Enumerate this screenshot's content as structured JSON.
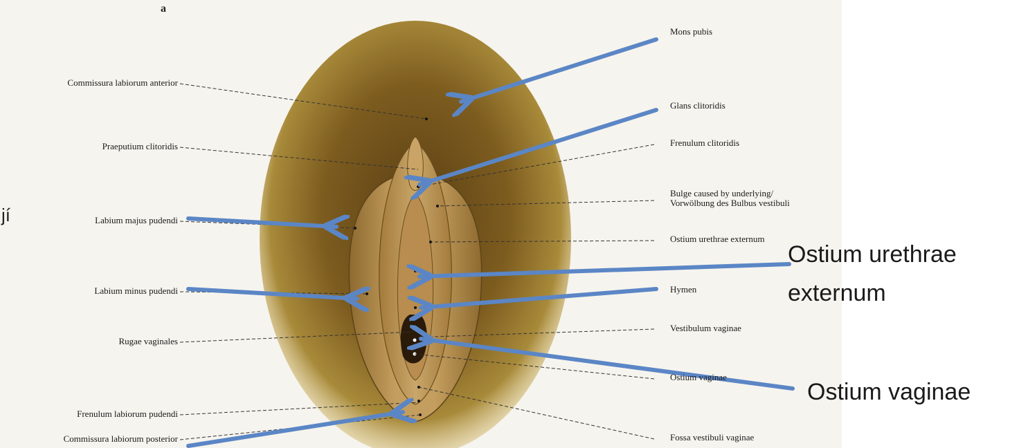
{
  "plate_letter": "a",
  "stray_text": "jí",
  "left_labels": [
    {
      "id": "commissura-anterior",
      "text": "Commissura labiorum anterior"
    },
    {
      "id": "praeputium",
      "text": "Praeputium clitoridis"
    },
    {
      "id": "labium-majus",
      "text": "Labium majus pudendi"
    },
    {
      "id": "labium-minus",
      "text": "Labium minus pudendi"
    },
    {
      "id": "rugae",
      "text": "Rugae vaginales"
    },
    {
      "id": "frenulum-labiorum",
      "text": "Frenulum labiorum pudendi"
    },
    {
      "id": "commissura-posterior",
      "text": "Commissura labiorum posterior"
    }
  ],
  "right_labels": [
    {
      "id": "mons-pubis",
      "text": "Mons pubis"
    },
    {
      "id": "glans",
      "text": "Glans clitoridis"
    },
    {
      "id": "frenulum-clitoridis",
      "text": "Frenulum clitoridis"
    },
    {
      "id": "bulge",
      "text": "Bulge caused by underlying/"
    },
    {
      "id": "bulge-de",
      "text": "Vorwölbung des Bulbus vestibuli"
    },
    {
      "id": "ostium-urethrae-small",
      "text": "Ostium urethrae externum"
    },
    {
      "id": "hymen",
      "text": "Hymen"
    },
    {
      "id": "vestibulum",
      "text": "Vestibulum vaginae"
    },
    {
      "id": "ostium-vaginae-small",
      "text": "Ostium vaginae"
    },
    {
      "id": "fossa",
      "text": "Fossa vestibuli vaginae"
    }
  ],
  "overlay_labels": {
    "urethrae_line1": "Ostium urethrae",
    "urethrae_line2": "externum",
    "vaginae": "Ostium vaginae"
  },
  "colors": {
    "arrow": "#5b86c6",
    "hair": "#7a5a1c",
    "skin": "#b8904e",
    "leader": "#333333"
  }
}
